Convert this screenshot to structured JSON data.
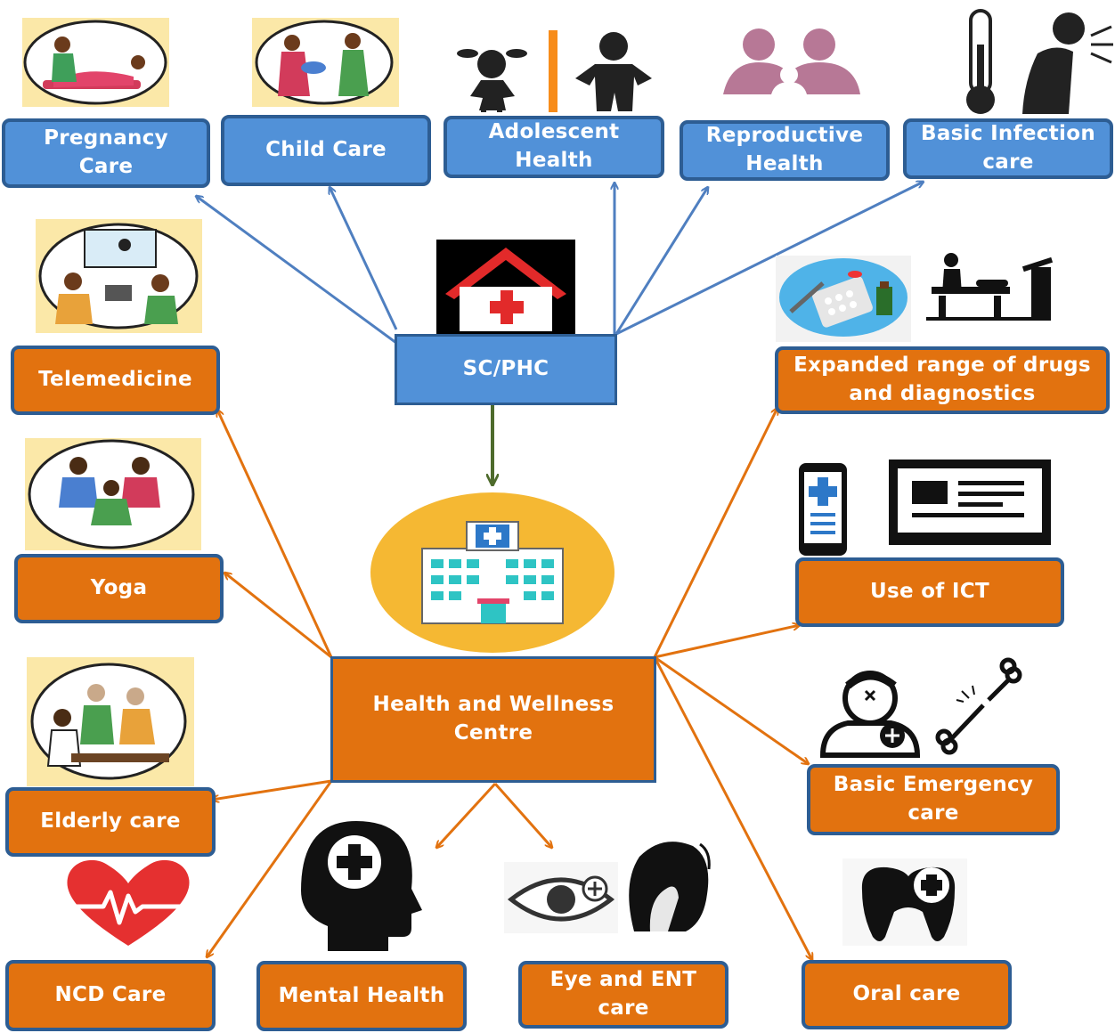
{
  "sc_phc": {
    "title": "SC/PHC",
    "services": [
      {
        "label": "Pregnancy\nCare"
      },
      {
        "label": "Child Care"
      },
      {
        "label": "Adolescent\nHealth"
      },
      {
        "label": "Reproductive\nHealth"
      },
      {
        "label": "Basic Infection\ncare"
      }
    ]
  },
  "hwc": {
    "title": "Health and Wellness\nCentre",
    "services": [
      {
        "label": "Telemedicine"
      },
      {
        "label": "Yoga"
      },
      {
        "label": "Elderly care"
      },
      {
        "label": "NCD Care"
      },
      {
        "label": "Mental Health"
      },
      {
        "label": "Eye and ENT\ncare"
      },
      {
        "label": "Oral care"
      },
      {
        "label": "Basic Emergency\ncare"
      },
      {
        "label": "Use of ICT"
      },
      {
        "label": "Expanded range of drugs\nand diagnostics"
      }
    ]
  },
  "colors": {
    "blue_box": "#5191d8",
    "orange_box": "#e2720f",
    "border": "#2d5d93",
    "blue_arrow": "#4f7fc0",
    "orange_arrow": "#e2720f",
    "green_arrow": "#4e6b2c"
  },
  "icons": [
    "pregnancy-care-illustration",
    "child-care-illustration",
    "adolescent-icon",
    "reproductive-health-icon",
    "thermometer-sneeze-icon",
    "hospital-house-icon",
    "telemedicine-illustration",
    "yoga-illustration",
    "elderly-care-illustration",
    "heart-pulse-icon",
    "brain-plus-icon",
    "eye-ent-icon",
    "tooth-plus-icon",
    "emergency-icon",
    "ict-devices-icon",
    "drugs-diagnostics-icon",
    "hospital-building-icon"
  ]
}
